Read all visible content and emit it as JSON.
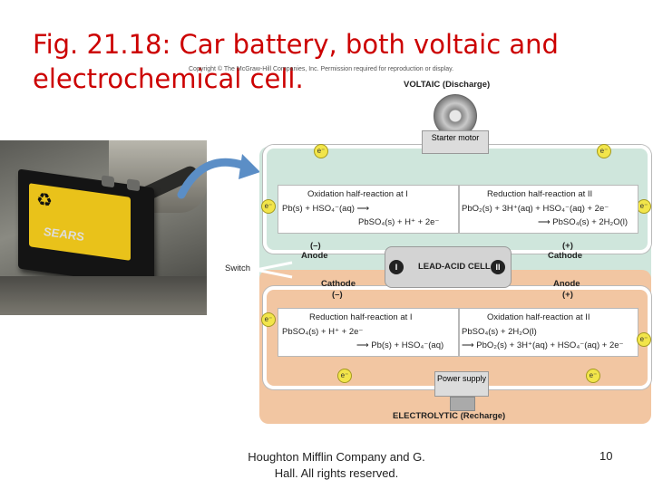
{
  "title_line1": "Fig. 21.18: Car battery, both voltaic and",
  "title_line2": "electrochemical cell.",
  "copyright": "Copyright © The McGraw-Hill Companies, Inc. Permission required for reproduction or display.",
  "photo": {
    "brand": "SEARS",
    "recycle_symbol": "♻"
  },
  "diagram": {
    "voltaic_heading": "VOLTAIC (Discharge)",
    "electrolytic_heading": "ELECTROLYTIC (Recharge)",
    "starter_motor": "Starter motor",
    "power_supply": "Power supply",
    "electron": "e⁻",
    "switch": "Switch",
    "cell_name": "LEAD-ACID CELL",
    "electrode_I": "I",
    "electrode_II": "II",
    "voltaic": {
      "left_title": "Oxidation half-reaction at I",
      "left_eq1": "Pb(s) + HSO₄⁻(aq) ⟶",
      "left_eq2": "PbSO₄(s) + H⁺ + 2e⁻",
      "right_title": "Reduction half-reaction at II",
      "right_eq1": "PbO₂(s) + 3H⁺(aq) + HSO₄⁻(aq) + 2e⁻",
      "right_eq2": "⟶ PbSO₄(s) + 2H₂O(l)",
      "left_sign": "(–)",
      "left_role": "Anode",
      "right_sign": "(+)",
      "right_role": "Cathode"
    },
    "electrolytic": {
      "left_sign": "(–)",
      "left_role": "Cathode",
      "right_sign": "(+)",
      "right_role": "Anode",
      "left_title": "Reduction half-reaction at I",
      "left_eq1": "PbSO₄(s) + H⁺ + 2e⁻",
      "left_eq2": "⟶ Pb(s) + HSO₄⁻(aq)",
      "right_title": "Oxidation half-reaction at II",
      "right_eq1": "PbSO₄(s) + 2H₂O(l)",
      "right_eq2": "⟶ PbO₂(s) + 3H⁺(aq) + HSO₄⁻(aq) + 2e⁻"
    }
  },
  "footer_line1": "Houghton Mifflin Company and G.",
  "footer_line2": "Hall. All rights reserved.",
  "page_number": "10"
}
